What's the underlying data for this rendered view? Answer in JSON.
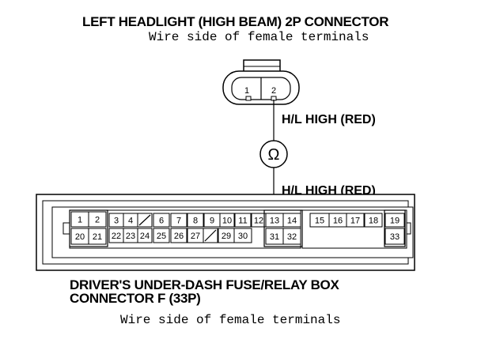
{
  "header": {
    "title": "LEFT HEADLIGHT (HIGH BEAM) 2P CONNECTOR",
    "subtitle": "Wire side of female terminals"
  },
  "top_connector": {
    "pins": [
      "1",
      "2"
    ]
  },
  "wire": {
    "label_upper": "H/L HIGH (RED)",
    "label_lower": "H/L HIGH (RED)",
    "meter_symbol": "Ω"
  },
  "bottom_connector": {
    "title_line1": "DRIVER'S UNDER-DASH FUSE/RELAY BOX",
    "title_line2": "CONNECTOR F (33P)",
    "subtitle": "Wire side of female terminals",
    "row1": [
      "1",
      "2",
      "3",
      "4",
      "",
      "6",
      "7",
      "8",
      "9",
      "10",
      "11",
      "12",
      "13",
      "14",
      "15",
      "16",
      "17",
      "18",
      "19"
    ],
    "row2": [
      "20",
      "21",
      "22",
      "23",
      "24",
      "25",
      "26",
      "27",
      "",
      "29",
      "30",
      "31",
      "32",
      "33"
    ]
  }
}
